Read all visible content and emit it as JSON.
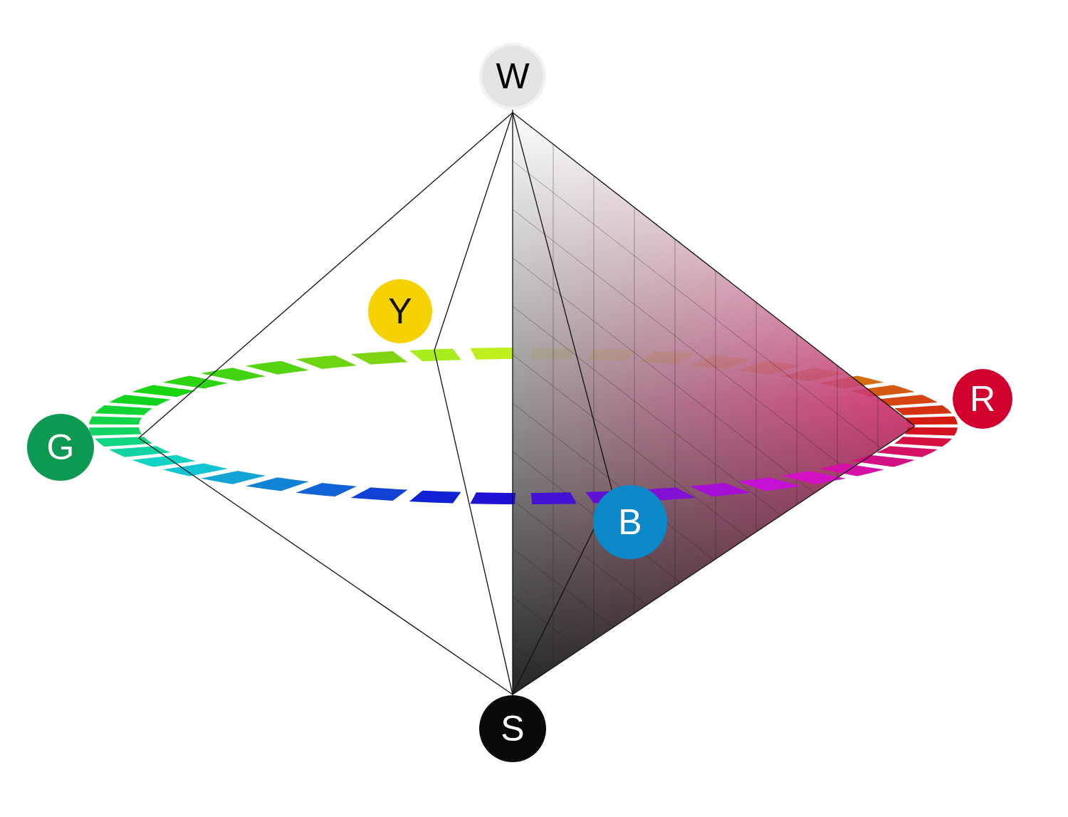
{
  "diagram": {
    "nodes": [
      {
        "text": [
          "W"
        ]
      },
      {
        "text": [
          "Y"
        ]
      },
      {
        "text": [
          "G"
        ]
      },
      {
        "text": [
          "R"
        ]
      },
      {
        "text": [
          "B"
        ]
      },
      {
        "text": [
          "S"
        ]
      }
    ],
    "edges": [
      {
        "from": 0,
        "to": 5,
        "arrow": "none"
      }
    ]
  }
}
